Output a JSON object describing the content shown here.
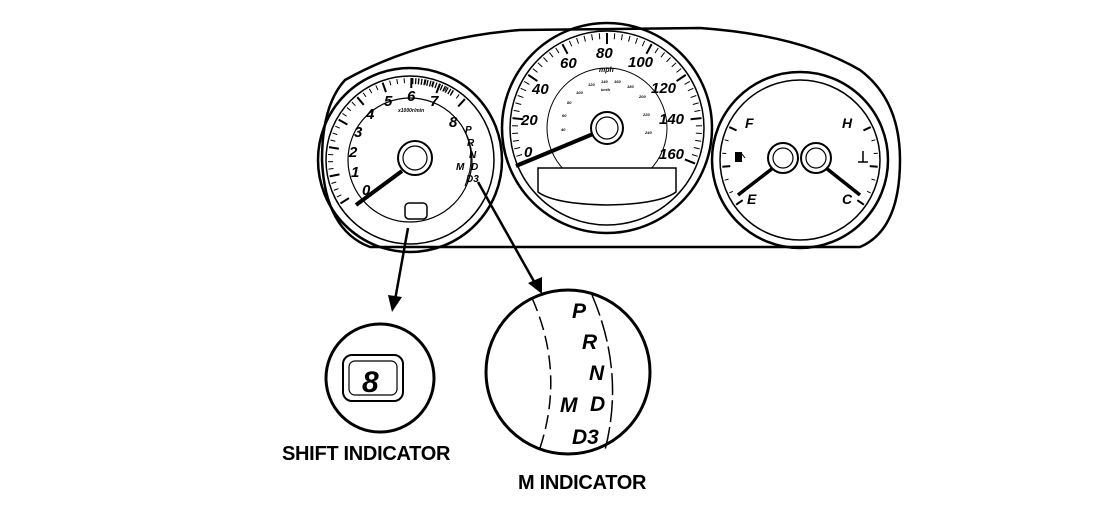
{
  "tachometer": {
    "numerals": [
      "0",
      "1",
      "2",
      "3",
      "4",
      "5",
      "6",
      "7",
      "8"
    ],
    "unit": "x1000r/min",
    "gear_letters": [
      "P",
      "R",
      "N",
      "D",
      "D3"
    ],
    "m_label": "M"
  },
  "speedometer": {
    "mph_numerals": [
      "0",
      "20",
      "40",
      "60",
      "80",
      "100",
      "120",
      "140",
      "160"
    ],
    "unit": "mph",
    "inner_kmh": [
      "20",
      "40",
      "60",
      "80",
      "100",
      "120",
      "140",
      "160",
      "180",
      "200",
      "220",
      "240"
    ],
    "inner_unit": "km/h"
  },
  "gauges": {
    "fuel_full": "F",
    "fuel_empty": "E",
    "temp_hot": "H",
    "temp_cold": "C"
  },
  "shift_indicator": {
    "digit": "8",
    "label": "SHIFT INDICATOR"
  },
  "m_indicator": {
    "letters": [
      "P",
      "R",
      "N",
      "D",
      "D3"
    ],
    "m_label": "M",
    "label": "M INDICATOR"
  }
}
